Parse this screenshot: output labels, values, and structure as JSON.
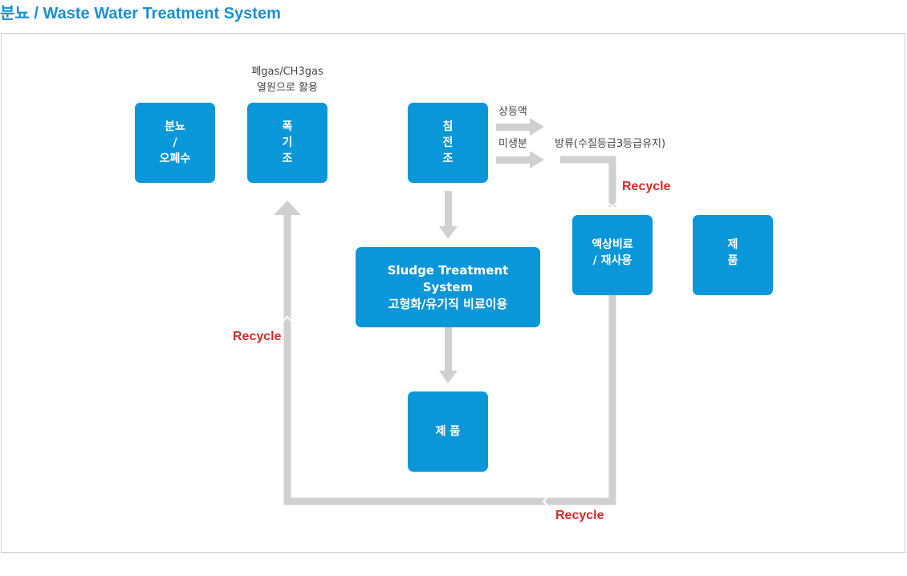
{
  "title": "분뇨 / Waste Water Treatment System",
  "colors": {
    "accent": "#1b8fd0",
    "box": "#0a97d9",
    "arrow": "#d0d0d0",
    "recycle": "#d22b2b"
  },
  "boxes": {
    "source": [
      "분뇨",
      "/",
      "오폐수"
    ],
    "aeration": [
      "폭",
      "기",
      "조"
    ],
    "sedimentation": [
      "침",
      "전",
      "조"
    ],
    "sludge": [
      "Sludge Treatment",
      "System",
      "고형화/유기직 비료이용"
    ],
    "product_bottom": [
      "제 품"
    ],
    "liquid_fertilizer": [
      "액상비료",
      "/ 재사용"
    ],
    "product_right": [
      "제",
      "품"
    ]
  },
  "labels": {
    "gas_line1": "폐gas/CH3gas",
    "gas_line2": "열원으로 활용",
    "supernatant": "상등액",
    "microbes": "미생분",
    "discharge": "방류(수질등급3등급유지)"
  },
  "recycle": {
    "top_right": "Recycle",
    "left": "Recycle",
    "bottom": "Recycle"
  }
}
